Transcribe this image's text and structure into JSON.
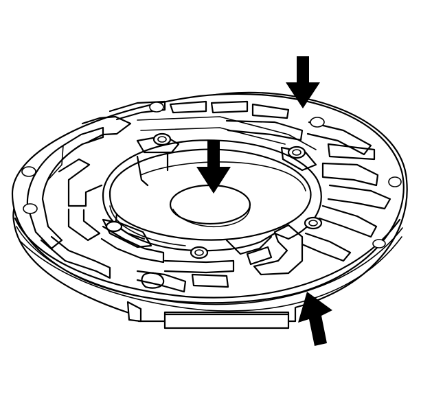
{
  "figure": {
    "subject": "pump-cover-plate-with-alignment-arrows",
    "line_color": "#000000",
    "background_color": "#ffffff"
  },
  "arrows": [
    {
      "id": "top-right",
      "icon": "arrow-down-icon"
    },
    {
      "id": "center",
      "icon": "arrow-down-icon"
    },
    {
      "id": "bottom-right",
      "icon": "arrow-up-icon"
    }
  ]
}
